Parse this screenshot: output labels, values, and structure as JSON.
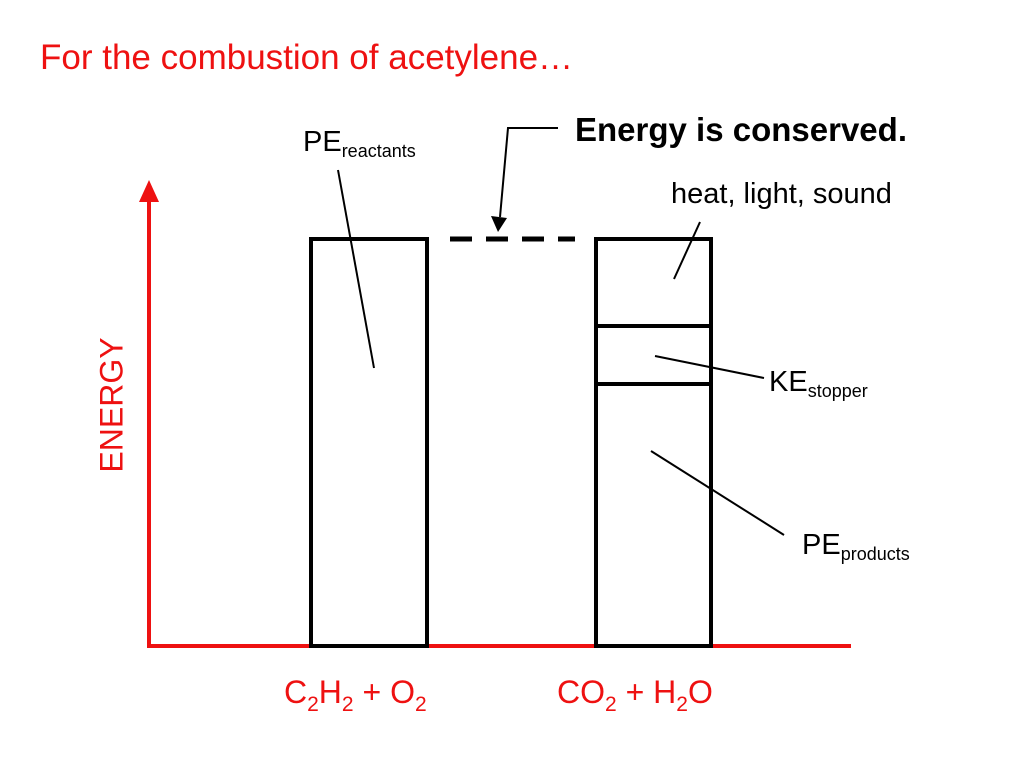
{
  "title": "For the combustion of acetylene…",
  "callout": "Energy is conserved.",
  "axis": {
    "y_label": "ENERGY"
  },
  "labels": {
    "pe_reactants": {
      "main": "PE",
      "sub": "reactants"
    },
    "heat_light_sound": "heat, light, sound",
    "ke_stopper": {
      "main": "KE",
      "sub": "stopper"
    },
    "pe_products": {
      "main": "PE",
      "sub": "products"
    }
  },
  "reactants": {
    "a": "C",
    "a_sub": "2",
    "b": "H",
    "b_sub": "2",
    "plus": " + ",
    "c": "O",
    "c_sub": "2"
  },
  "products": {
    "a": "CO",
    "a_sub": "2",
    "plus": " + ",
    "b": "H",
    "b_sub": "2",
    "c": "O"
  },
  "colors": {
    "accent": "#ee1111",
    "ink": "#000000"
  }
}
